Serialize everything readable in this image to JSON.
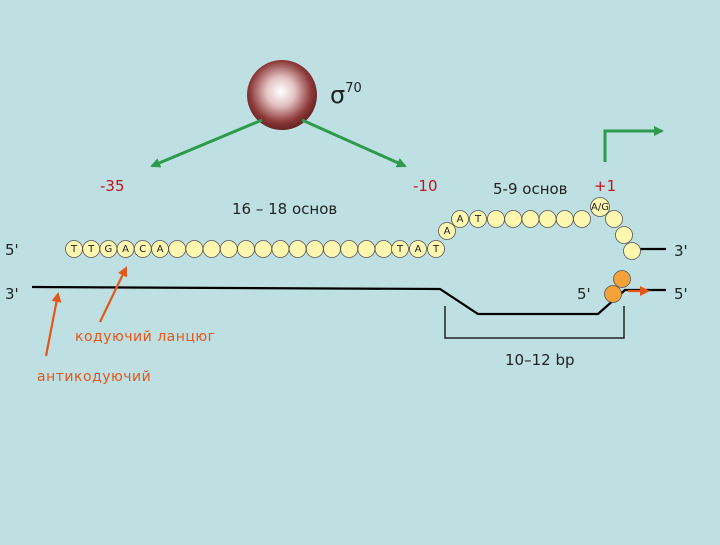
{
  "sigma": {
    "symbol": "σ",
    "superscript": "70"
  },
  "positions": {
    "minus35": "-35",
    "minus10": "-10",
    "plus1": "+1"
  },
  "spacers": {
    "between_boxes": "16 – 18 основ",
    "to_start": "5-9 основ"
  },
  "ends": {
    "top_left": "5'",
    "top_right": "3'",
    "bottom_left": "3'",
    "bottom_inner_right": "5'",
    "bottom_right": "5'"
  },
  "sequences": {
    "box35": [
      "T",
      "T",
      "G",
      "A",
      "C",
      "A"
    ],
    "box10": [
      "T",
      "A",
      "T"
    ],
    "bubble_a": "A",
    "bubble_at": [
      "A",
      "T"
    ],
    "start": "A/G"
  },
  "strand_labels": {
    "coding": "кодуючий ланцюг",
    "noncoding": "антикодуючий"
  },
  "bubble_size": "10–12 bp",
  "colors": {
    "background": "#bfe0e3",
    "green_arrow": "#2e9a4c",
    "orange_arrow": "#e4571b",
    "red_label": "#c1121f",
    "bead": "#fff7b0",
    "orange_bead": "#f4a13a"
  }
}
